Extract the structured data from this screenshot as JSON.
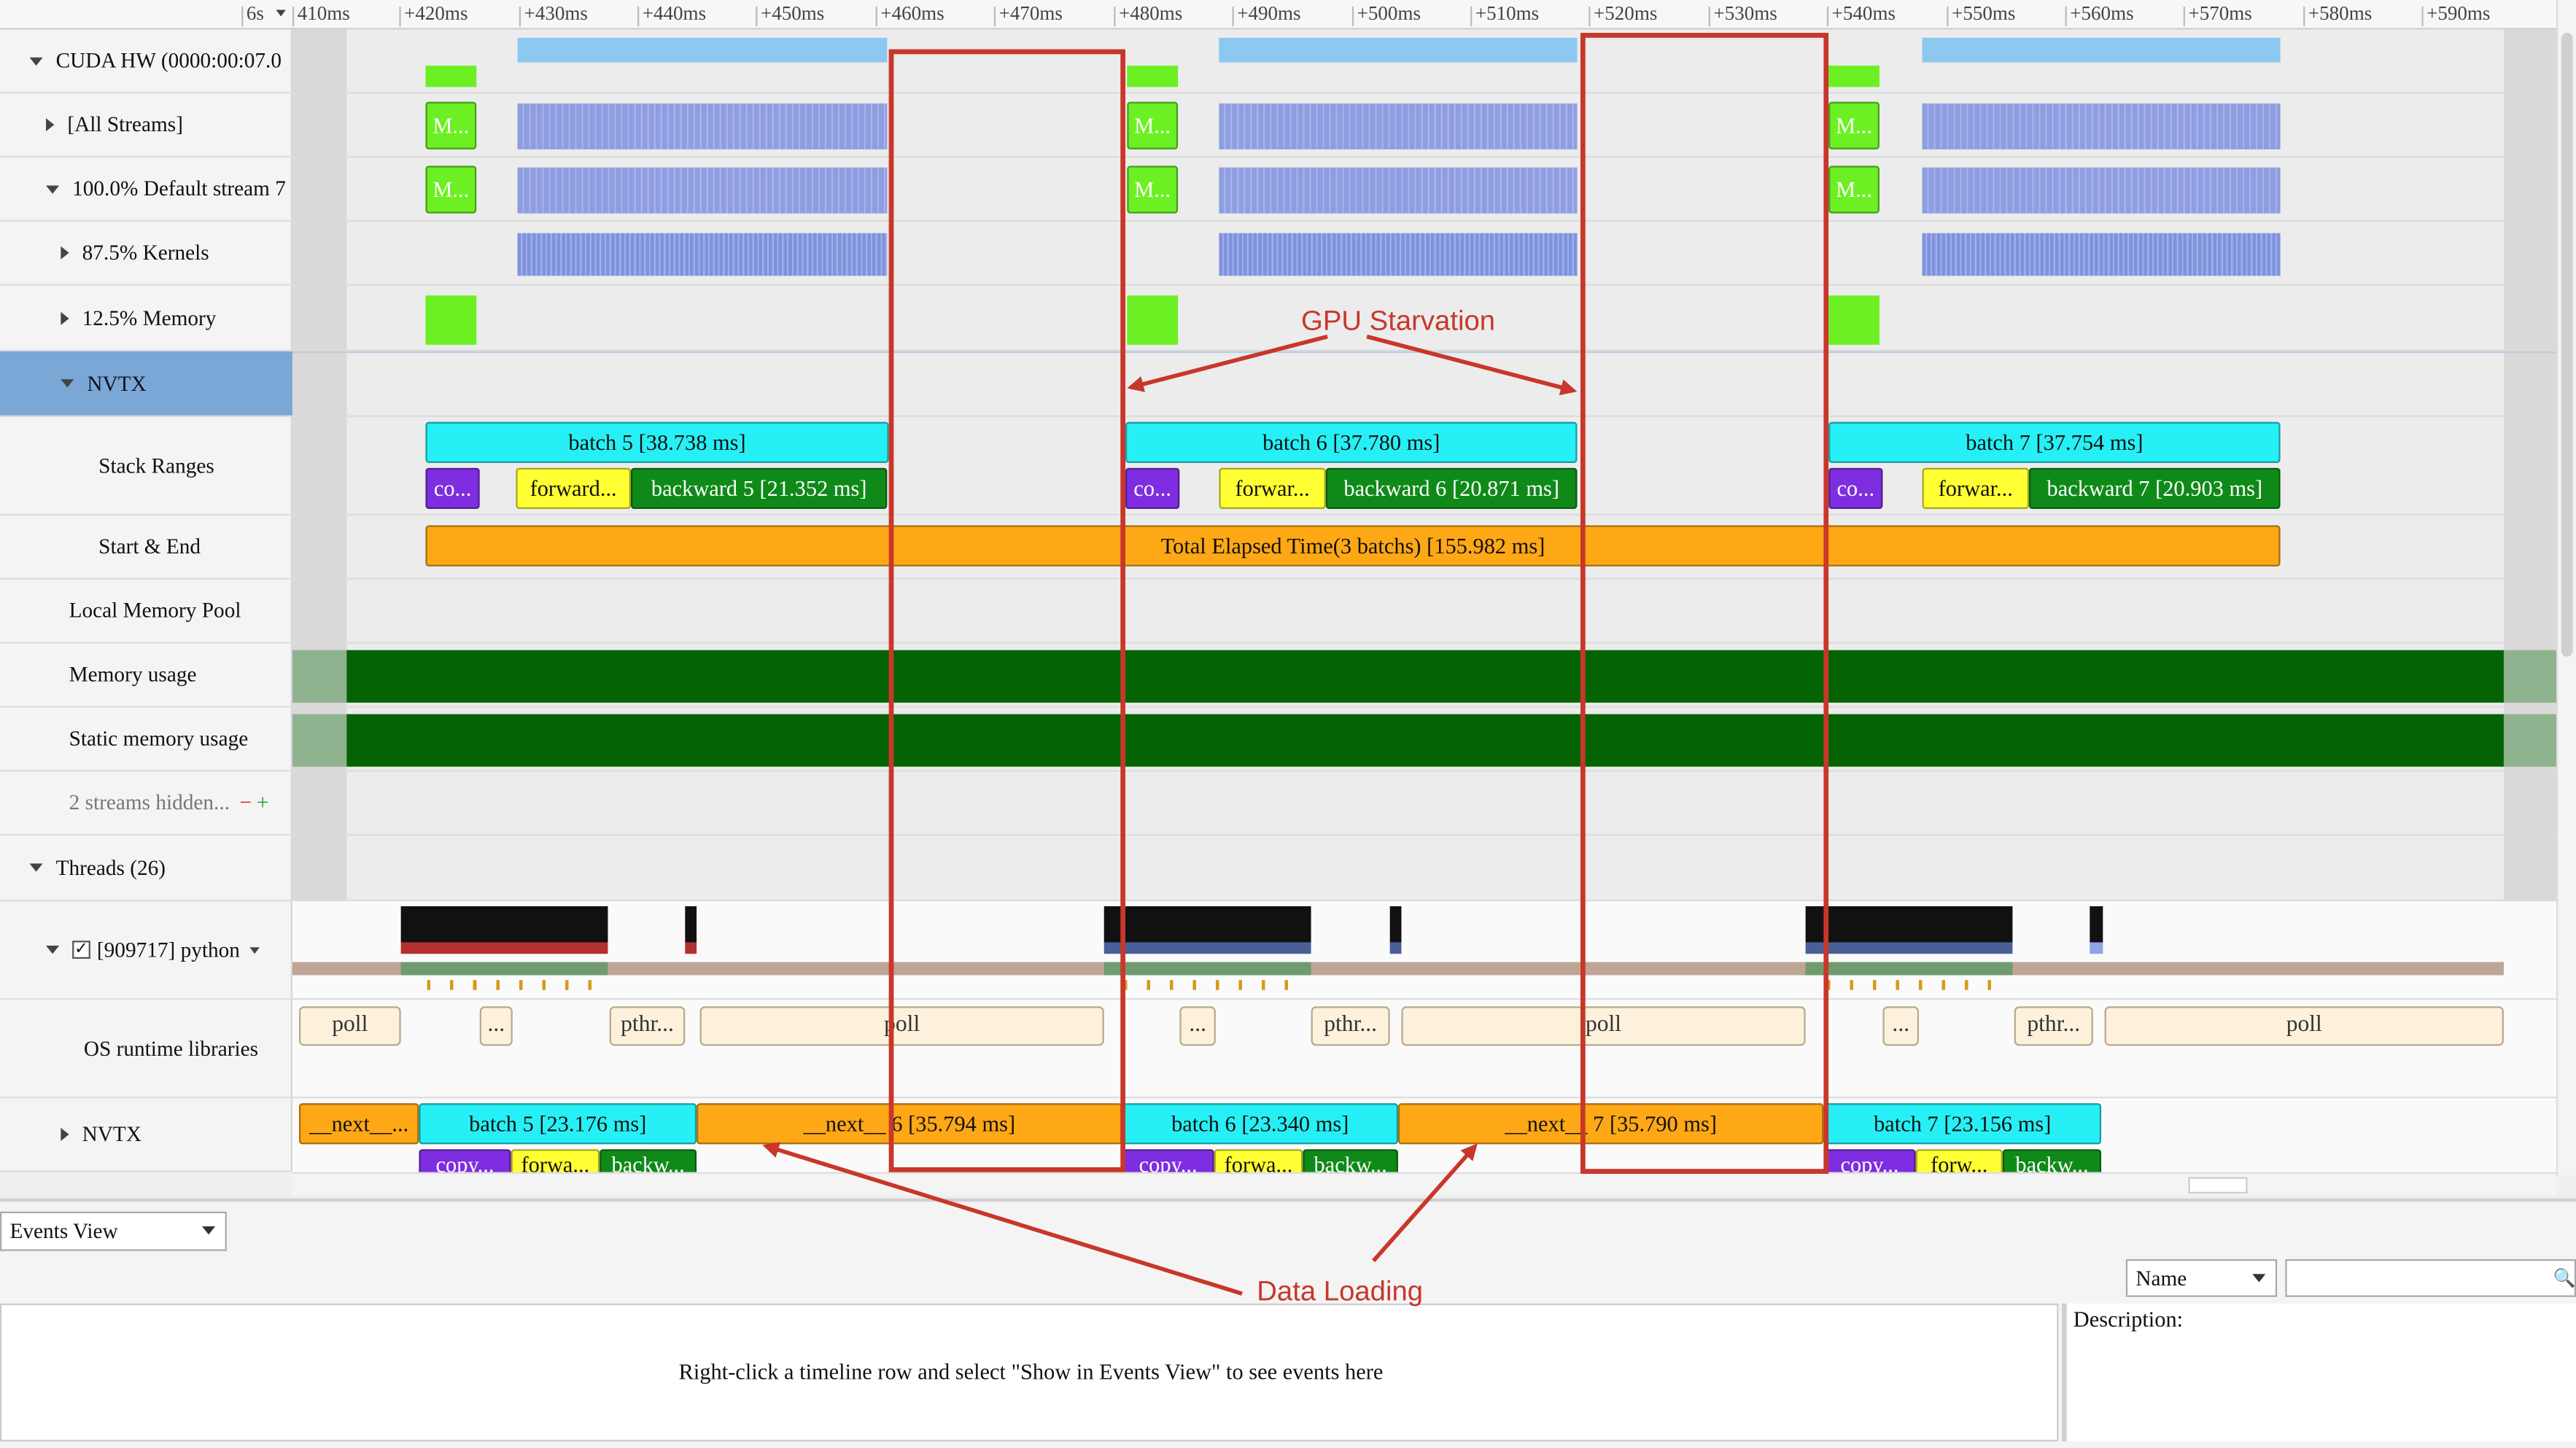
{
  "ruler": {
    "start_label": "6s",
    "ticks": [
      "410ms",
      "+420ms",
      "+430ms",
      "+440ms",
      "+450ms",
      "+460ms",
      "+470ms",
      "+480ms",
      "+490ms",
      "+500ms",
      "+510ms",
      "+520ms",
      "+530ms",
      "+540ms",
      "+550ms",
      "+560ms",
      "+570ms",
      "+580ms",
      "+590ms"
    ]
  },
  "rows": {
    "cuda_hw": "CUDA HW (0000:00:07.0",
    "all_streams": "[All Streams]",
    "default_stream": "100.0% Default stream 7",
    "kernels": "87.5% Kernels",
    "memory": "12.5% Memory",
    "nvtx": "NVTX",
    "stack_ranges": "Stack Ranges",
    "start_end": "Start & End",
    "local_memory_pool": "Local Memory Pool",
    "memory_usage": "Memory usage",
    "static_memory_usage": "Static memory usage",
    "streams_hidden": "2 streams hidden...",
    "minus": "−",
    "plus": "+",
    "threads": "Threads (26)",
    "python_thread": "[909717] python",
    "checkbox": "✓",
    "os_runtime": "OS runtime libraries",
    "nvtx2": "NVTX"
  },
  "memcpy_label": "M...",
  "batches": [
    {
      "batch": "batch 5 [38.738 ms]",
      "copy": "co...",
      "forward": "forward...",
      "backward": "backward 5 [21.352 ms]"
    },
    {
      "batch": "batch 6 [37.780 ms]",
      "copy": "co...",
      "forward": "forwar...",
      "backward": "backward 6 [20.871 ms]"
    },
    {
      "batch": "batch 7 [37.754 ms]",
      "copy": "co...",
      "forward": "forwar...",
      "backward": "backward 7 [20.903 ms]"
    }
  ],
  "total_elapsed": "Total Elapsed Time(3 batchs) [155.982 ms]",
  "os_runtime_bars": [
    "poll",
    "...",
    "pthr...",
    "poll",
    "...",
    "pthr...",
    "poll",
    "...",
    "pthr...",
    "poll"
  ],
  "cpu_nvtx": {
    "next_first": "__next__...",
    "batch5": "batch 5 [23.176 ms]",
    "next6": "__next__ 6 [35.794 ms]",
    "batch6": "batch 6 [23.340 ms]",
    "next7": "__next__ 7 [35.790 ms]",
    "batch7": "batch 7 [23.156 ms]",
    "copy": "copy...",
    "forward": "forwa...",
    "forward7": "forw...",
    "backward": "backw..."
  },
  "annotations": {
    "gpu_starvation": "GPU Starvation",
    "data_loading": "Data Loading"
  },
  "bottom": {
    "events_view": "Events View",
    "name_select": "Name",
    "search_placeholder": "",
    "description": "Description:",
    "hint": "Right-click a timeline row and select \"Show in Events View\" to see events here"
  },
  "colors": {
    "cyan": "#26f0f5",
    "yellow": "#ffff33",
    "green": "#0f8a18",
    "purple": "#7f2de0",
    "orange": "#ffa816",
    "memcpy": "#6cf023",
    "memory_usage": "#046304",
    "annotation": "#c8372a",
    "selected_row": "#7aa7d6"
  }
}
